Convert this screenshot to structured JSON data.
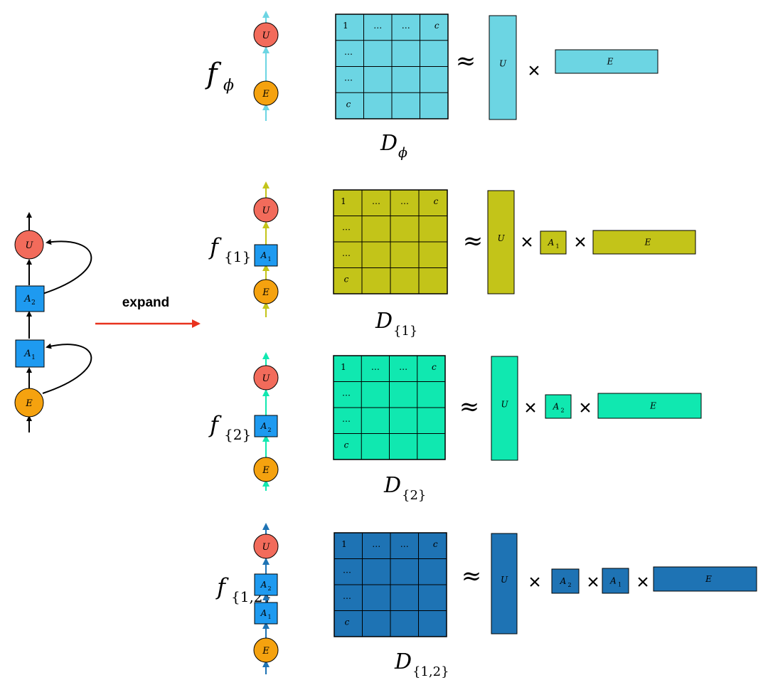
{
  "colors": {
    "u_node": "#f26b5b",
    "e_node": "#f5a20f",
    "a_node": "#1e9af0",
    "arrow_main": "#e8321e",
    "row_phi": "#6cd5e3",
    "row_1": "#c3c419",
    "row_12": "#1e73b4",
    "row_2": "#10e8b0"
  },
  "left_graph": {
    "node_u": "U",
    "node_a2": "A",
    "node_a2_sub": "2",
    "node_a1": "A",
    "node_a1_sub": "1",
    "node_e": "E"
  },
  "expand_label": "expand",
  "rows": [
    {
      "key": "phi",
      "f_label": "f",
      "f_sub": "ϕ",
      "d_label": "D",
      "d_sub": "ϕ",
      "chain": [
        "U",
        "E"
      ],
      "matrix_header": [
        "1",
        "…",
        "…",
        "c"
      ],
      "matrix_col": [
        "…",
        "…",
        "c"
      ],
      "factor_u": "U",
      "factors_a": [],
      "factor_e": "E",
      "approx": "≈",
      "times": "×"
    },
    {
      "key": "1",
      "f_label": "f",
      "f_sub": "{1}",
      "d_label": "D",
      "d_sub": "{1}",
      "chain": [
        "U",
        "A1",
        "E"
      ],
      "matrix_header": [
        "1",
        "…",
        "…",
        "c"
      ],
      "matrix_col": [
        "…",
        "…",
        "c"
      ],
      "factor_u": "U",
      "factors_a": [
        {
          "name": "A",
          "sub": "1"
        }
      ],
      "factor_e": "E",
      "approx": "≈",
      "times": "×"
    },
    {
      "key": "2",
      "f_label": "f",
      "f_sub": "{2}",
      "d_label": "D",
      "d_sub": "{2}",
      "chain": [
        "U",
        "A2",
        "E"
      ],
      "matrix_header": [
        "1",
        "…",
        "…",
        "c"
      ],
      "matrix_col": [
        "…",
        "…",
        "c"
      ],
      "factor_u": "U",
      "factors_a": [
        {
          "name": "A",
          "sub": "2"
        }
      ],
      "factor_e": "E",
      "approx": "≈",
      "times": "×"
    },
    {
      "key": "12",
      "f_label": "f",
      "f_sub": "{1,2}",
      "d_label": "D",
      "d_sub": "{1,2}",
      "chain": [
        "U",
        "A2",
        "A1",
        "E"
      ],
      "matrix_header": [
        "1",
        "…",
        "…",
        "c"
      ],
      "matrix_col": [
        "…",
        "…",
        "c"
      ],
      "factor_u": "U",
      "factors_a": [
        {
          "name": "A",
          "sub": "2"
        },
        {
          "name": "A",
          "sub": "1"
        }
      ],
      "factor_e": "E",
      "approx": "≈",
      "times": "×"
    }
  ]
}
